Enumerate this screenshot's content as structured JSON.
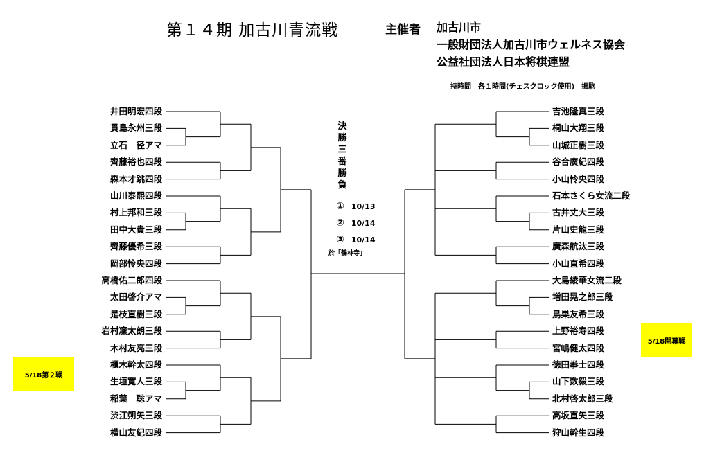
{
  "title": "第１４期 加古川青流戦",
  "organizer_label": "主催者",
  "organizers": [
    "加古川市",
    "一般財団法人加古川市ウェルネス協会",
    "公益社団法人日本将棋連盟"
  ],
  "time_control": "持時間　各１時間(チェスクロック使用)　振駒",
  "final": {
    "title": "決勝三番勝負",
    "games": [
      {
        "no": "①",
        "date": "10/13"
      },
      {
        "no": "②",
        "date": "10/14"
      },
      {
        "no": "③",
        "date": "10/14"
      }
    ],
    "venue": "於「鶴林寺」"
  },
  "badges": {
    "left": "5/18第２戦",
    "right": "5/18開幕戦"
  },
  "left_players": [
    "井田明宏四段",
    "貫島永州三段",
    "立石　径アマ",
    "齊藤裕也四段",
    "森本才跳四段",
    "山川泰熙四段",
    "村上邦和三段",
    "田中大貴三段",
    "齊藤優希三段",
    "岡部怜央四段",
    "高橋佑二郎四段",
    "太田啓介アマ",
    "是枝直樹三段",
    "岩村凜太朗三段",
    "木村友亮三段",
    "櫃木幹太四段",
    "生垣寛人三段",
    "稲葉　聡アマ",
    "渋江朔矢三段",
    "横山友紀四段"
  ],
  "right_players": [
    "吉池隆真三段",
    "桐山大翔三段",
    "山城正樹三段",
    "谷合廣紀四段",
    "小山怜央四段",
    "石本さくら女流二段",
    "古井丈大三段",
    "片山史龍三段",
    "廣森航汰三段",
    "小山直希四段",
    "大島綾華女流二段",
    "増田晃之郎三段",
    "鳥巣友希三段",
    "上野裕寿四段",
    "宮嶋健太四段",
    "徳田拳士四段",
    "山下数毅三段",
    "北村啓太郎三段",
    "高坂直矢三段",
    "狩山幹生四段"
  ]
}
